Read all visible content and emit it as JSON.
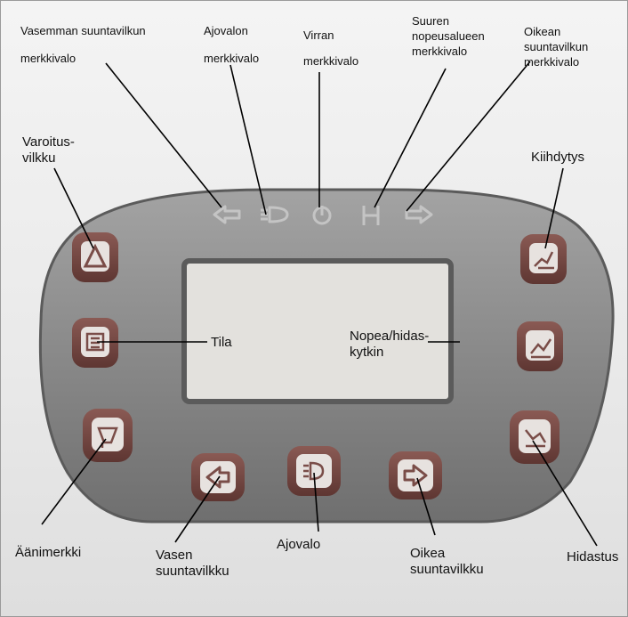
{
  "labels": {
    "left_turn_indicator": [
      "Vasemman  suuntavilkun",
      "merkkivalo"
    ],
    "headlight_indicator": [
      "Ajovalon",
      "merkkivalo"
    ],
    "power_indicator": [
      "Virran",
      "merkkivalo"
    ],
    "high_speed_indicator": [
      "Suuren",
      "nopeusalueen",
      "merkkivalo"
    ],
    "right_turn_indicator": [
      "Oikean",
      "suuntavilkun",
      "merkkivalo"
    ],
    "hazard": [
      "Varoitus-",
      "vilkku"
    ],
    "acceleration": [
      "Kiihdytys"
    ],
    "mode": [
      "Tila"
    ],
    "speed_switch": [
      "Nopea/hidas-",
      "kytkin"
    ],
    "horn": [
      "Äänimerkki"
    ],
    "deceleration": [
      "Hidastus"
    ],
    "left_turn_signal": [
      "Vasen",
      "suuntavilkku"
    ],
    "headlight": [
      "Ajovalo"
    ],
    "right_turn_signal": [
      "Oikea",
      "suuntavilkku"
    ]
  },
  "indicator_lamps": [
    "left-arrow-icon",
    "headlight-icon",
    "power-icon",
    "high-speed-h-icon",
    "right-arrow-icon"
  ],
  "buttons": {
    "hazard": "warning-triangle-icon",
    "mode": "mode-icon",
    "horn": "horn-icon",
    "acceleration": "acceleration-icon",
    "speed_switch": "speed-switch-icon",
    "deceleration": "deceleration-icon",
    "left_turn": "left-arrow-icon",
    "headlight": "headlight-icon",
    "right_turn": "right-arrow-icon"
  },
  "colors": {
    "panel": "#8a8a8a",
    "button": "#7a4d48",
    "button_face": "#e7e2df",
    "screen": "#e3e1dd"
  }
}
